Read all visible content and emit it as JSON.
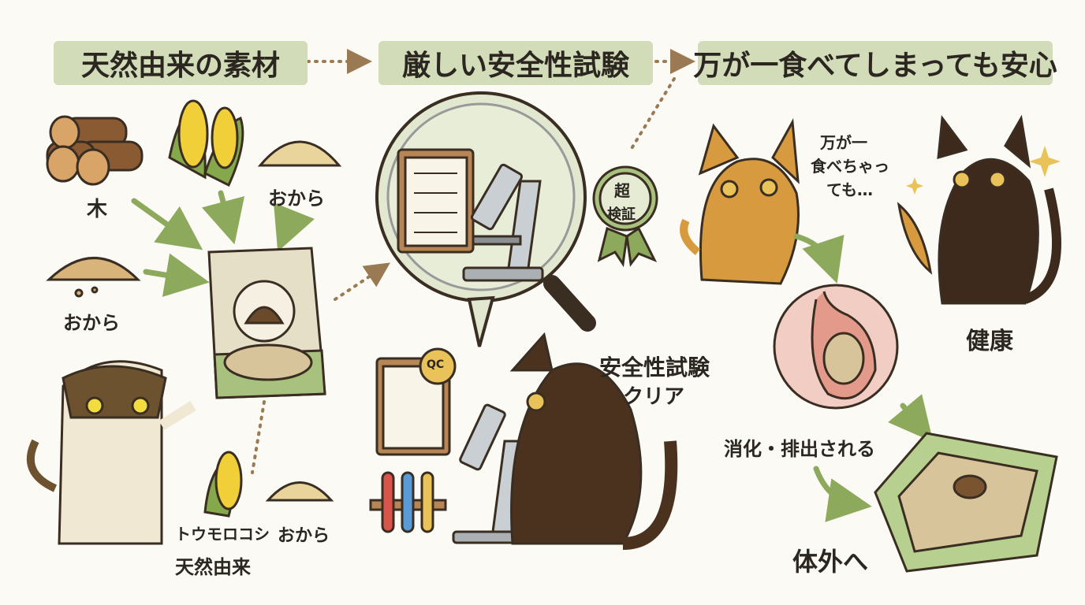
{
  "steps": [
    {
      "title": "天然由来の素材"
    },
    {
      "title": "厳しい安全性試験"
    },
    {
      "title": "万が一食べてしまっても安心"
    }
  ],
  "materials": {
    "wood": "木",
    "okara_top": "おから",
    "okara_left": "おから",
    "corn_bottom": "トウモロコシ",
    "okara_bottom": "おから",
    "natural": "天然由来"
  },
  "testing": {
    "badge_line1": "超",
    "badge_line2": "検証",
    "qc": "QC",
    "cleared_line1": "安全性試験",
    "cleared_line2": "クリア"
  },
  "safety": {
    "speech_line1": "万が一",
    "speech_line2": "食べちゃっ",
    "speech_line3": "ても…",
    "healthy": "健康",
    "digest": "消化・排出される",
    "out": "体外へ"
  },
  "colors": {
    "pill_bg": "#d3dcb8",
    "arrow_green": "#8daa5c",
    "dotted_brown": "#9a7a52",
    "outline": "#3a2e22"
  }
}
